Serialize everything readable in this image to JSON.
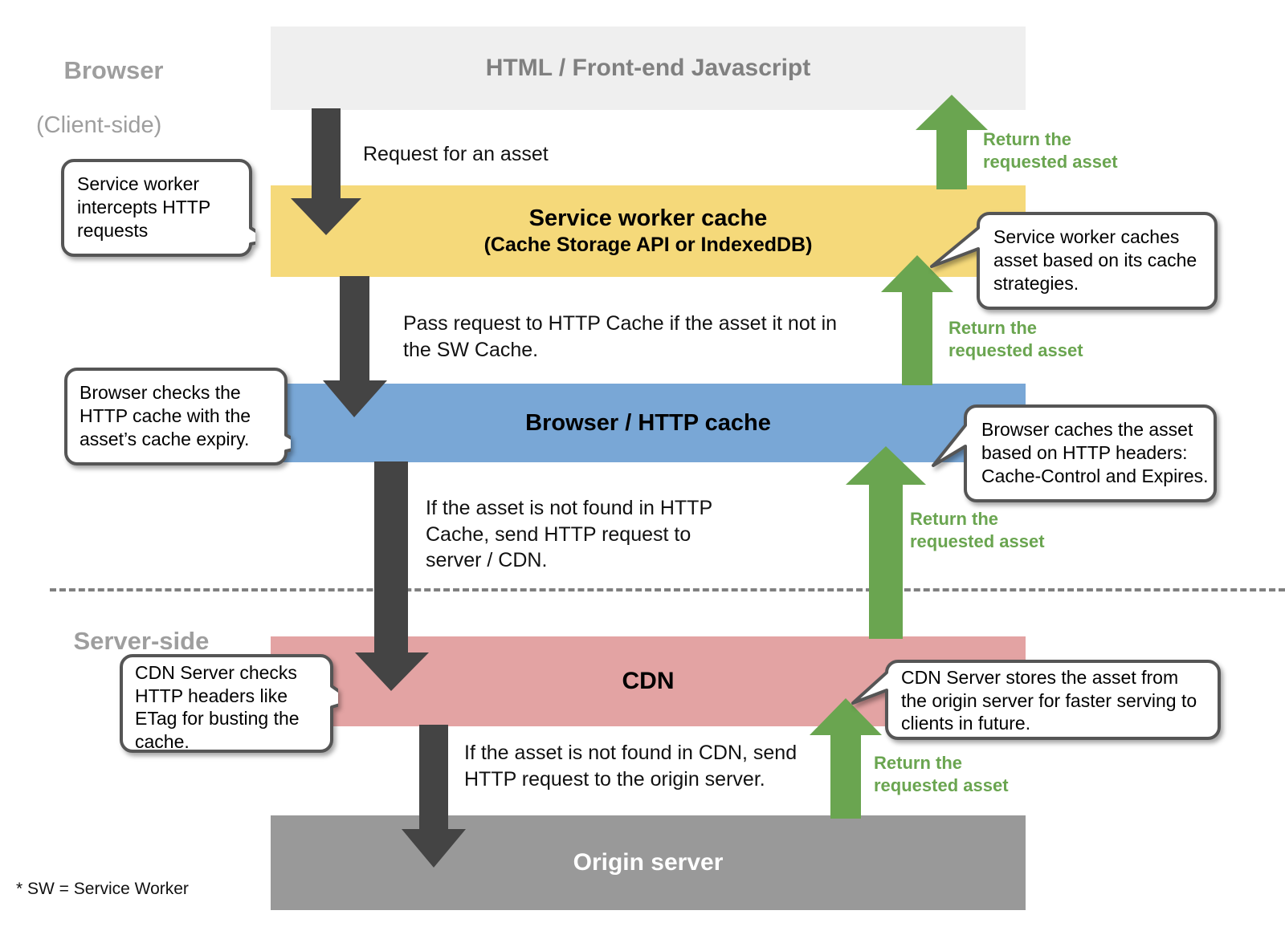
{
  "sections": {
    "client": {
      "title": "Browser",
      "subtitle": "(Client-side)"
    },
    "server": {
      "title": "Server-side"
    }
  },
  "layers": [
    {
      "id": "html",
      "label": "HTML / Front-end Javascript",
      "sublabel": "",
      "color": "#efefef",
      "text_color": "#808080"
    },
    {
      "id": "sw",
      "label": "Service worker cache",
      "sublabel": "(Cache Storage API or IndexedDB)",
      "color": "#f5d97a",
      "text_color": "#000000"
    },
    {
      "id": "http",
      "label": "Browser / HTTP cache",
      "sublabel": "",
      "color": "#79a7d6",
      "text_color": "#000000"
    },
    {
      "id": "cdn",
      "label": "CDN",
      "sublabel": "",
      "color": "#e3a3a3",
      "text_color": "#000000"
    },
    {
      "id": "origin",
      "label": "Origin server",
      "sublabel": "",
      "color": "#999999",
      "text_color": "#ffffff"
    }
  ],
  "flow_texts": [
    {
      "id": "req-asset",
      "text": "Request for an asset"
    },
    {
      "id": "pass-to-http",
      "text": "Pass request to HTTP Cache if the asset it not in\nthe SW Cache."
    },
    {
      "id": "not-in-http",
      "text": "If the asset is not found in HTTP\nCache, send HTTP request to\nserver / CDN."
    },
    {
      "id": "not-in-cdn",
      "text": "If the asset is not found in CDN, send\nHTTP request to the origin server."
    }
  ],
  "return_labels": [
    {
      "id": "return-to-html",
      "text": "Return the\nrequested asset"
    },
    {
      "id": "return-to-sw",
      "text": "Return the\nrequested asset"
    },
    {
      "id": "return-to-http",
      "text": "Return the\nrequested asset"
    },
    {
      "id": "return-to-cdn",
      "text": "Return the\nrequested asset"
    }
  ],
  "callouts": [
    {
      "id": "sw-intercept",
      "text": "Service worker\nintercepts HTTP\nrequests"
    },
    {
      "id": "sw-caches",
      "text": "Service worker caches\nasset based on its cache\nstrategies."
    },
    {
      "id": "browser-checks",
      "text": "Browser checks the\nHTTP cache with the\nasset’s cache expiry."
    },
    {
      "id": "browser-caches",
      "text": "Browser caches the asset\nbased on HTTP headers:\nCache-Control and Expires."
    },
    {
      "id": "cdn-checks",
      "text": "CDN Server checks\nHTTP headers like\nETag for busting the\ncache."
    },
    {
      "id": "cdn-stores",
      "text": "CDN Server stores the asset from\nthe origin server for faster serving to\nclients in future."
    }
  ],
  "footnote": {
    "text": "* SW = Service Worker"
  },
  "colors": {
    "dark_arrow": "#444444",
    "green_arrow": "#6aa550",
    "green_text": "#6aa550",
    "divider": "#808080",
    "side_label": "#9e9e9e",
    "callout_border": "#555555",
    "callout_fill": "#ffffff"
  }
}
